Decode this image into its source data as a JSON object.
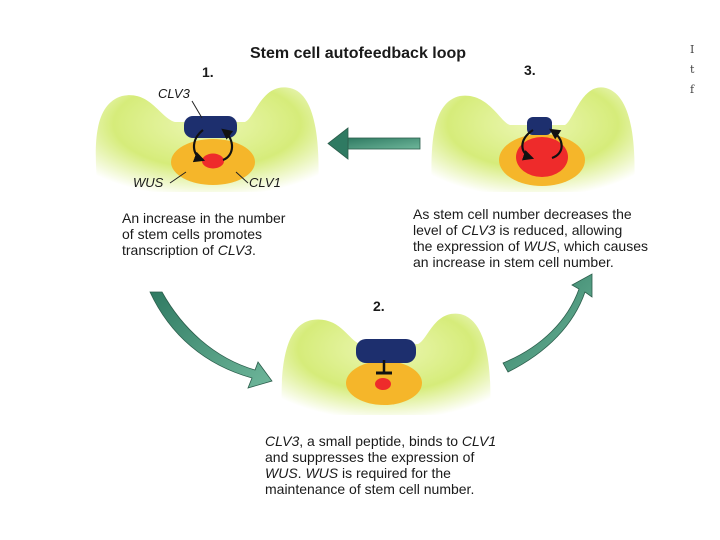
{
  "title": "Stem cell autofeedback loop",
  "steps": [
    {
      "number": "1.",
      "labels": {
        "clv3": "CLV3",
        "wus": "WUS",
        "clv1": "CLV1"
      },
      "caption": [
        [
          {
            "t": "An increase in the number"
          }
        ],
        [
          {
            "t": "of stem cells promotes"
          }
        ],
        [
          {
            "t": "transcription of "
          },
          {
            "t": "CLV3",
            "i": true
          },
          {
            "t": "."
          }
        ]
      ]
    },
    {
      "number": "2.",
      "caption": [
        [
          {
            "t": "CLV3",
            "i": true
          },
          {
            "t": ", a small peptide, binds to "
          },
          {
            "t": "CLV1",
            "i": true
          }
        ],
        [
          {
            "t": "and suppresses the expression of"
          }
        ],
        [
          {
            "t": "WUS",
            "i": true
          },
          {
            "t": ". "
          },
          {
            "t": "WUS",
            "i": true
          },
          {
            "t": " is required for the"
          }
        ],
        [
          {
            "t": "maintenance of stem cell number."
          }
        ]
      ]
    },
    {
      "number": "3.",
      "caption": [
        [
          {
            "t": "As stem cell number decreases the"
          }
        ],
        [
          {
            "t": "level of "
          },
          {
            "t": "CLV3",
            "i": true
          },
          {
            "t": " is reduced, allowing"
          }
        ],
        [
          {
            "t": "the expression of "
          },
          {
            "t": "WUS",
            "i": true
          },
          {
            "t": ", which causes"
          }
        ],
        [
          {
            "t": "an increase in stem cell number."
          }
        ]
      ]
    }
  ],
  "edge_glyphs": [
    "I",
    "t",
    "f"
  ],
  "colors": {
    "meristem_green": "#d6ec7a",
    "organizing_zone": "#f5b62a",
    "wus_red": "#ee2b2b",
    "clv3_navy": "#1d2f6e",
    "arrow_teal": "#4f9a80"
  }
}
